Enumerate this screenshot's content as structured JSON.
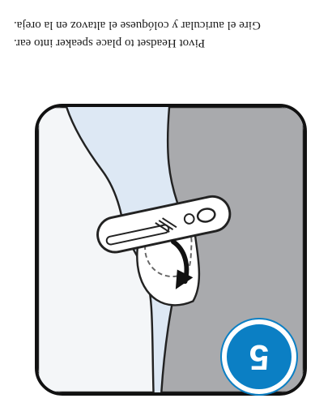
{
  "step": {
    "number": "5"
  },
  "instructions": {
    "english": "Pivot Headset to place speaker into ear.",
    "spanish": "Gire el auricular y colóquese el altavoz en la oreja."
  },
  "colors": {
    "badge": "#0b7fc4",
    "panel_background": "#dde8f4",
    "arrow": "#111111"
  },
  "icons": {
    "rotation_arrow": "curved-arrow-icon"
  }
}
